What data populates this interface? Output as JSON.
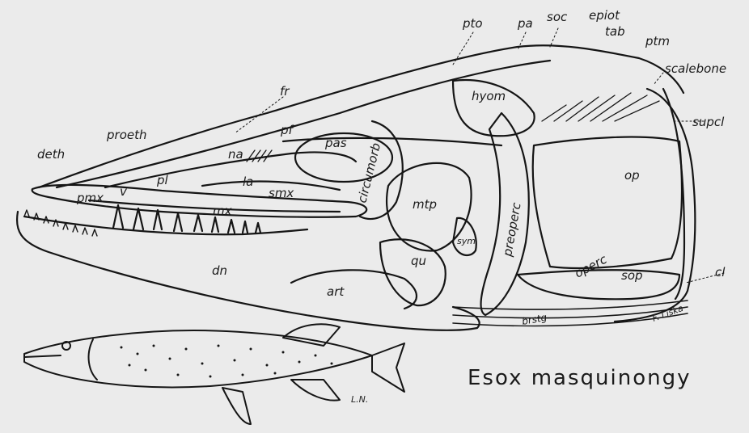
{
  "figure": {
    "title": "Esox masquinongy",
    "artist_signature": "F. Liska",
    "fish_signature": "L.N."
  },
  "labels": {
    "pto": "pto",
    "pa": "pa",
    "soc": "soc",
    "epiot": "epiot",
    "tab": "tab",
    "ptm": "ptm",
    "scalebone": "scalebone",
    "supcl": "supcl",
    "fr": "fr",
    "hyom": "hyom",
    "proeth": "proeth",
    "deth": "deth",
    "na": "na",
    "pf": "pf",
    "pas": "pas",
    "circumorb": "circumorb",
    "pl": "pl",
    "la": "la",
    "smx": "smx",
    "pmx": "pmx",
    "v": "v",
    "mx": "mx",
    "mtp": "mtp",
    "preoperc": "preoperc",
    "op": "op",
    "operc": "operc",
    "sop": "sop",
    "cl": "cl",
    "dn": "dn",
    "art": "art",
    "qu": "qu",
    "sym": "sym",
    "brstg": "brstg"
  }
}
